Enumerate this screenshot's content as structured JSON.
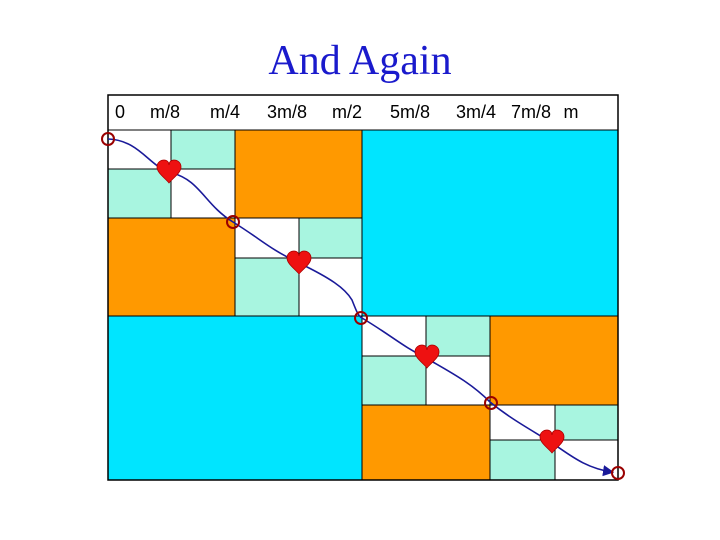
{
  "title": "And Again",
  "ticks": [
    "0",
    "m/8",
    "m/4",
    "3m/8",
    "m/2",
    "5m/8",
    "3m/4",
    "7m/8",
    "m"
  ],
  "colors": {
    "title": "#1a1acc",
    "text": "#000000",
    "border": "#000000",
    "white": "#ffffff",
    "light": "#a8f5e0",
    "orange": "#ff9900",
    "cyan": "#00e5ff",
    "path": "#1a1a99",
    "circle": "#990000",
    "heart": "#ee1111"
  },
  "icons": {
    "circle": "circle-marker-icon",
    "heart": "heart-icon"
  }
}
